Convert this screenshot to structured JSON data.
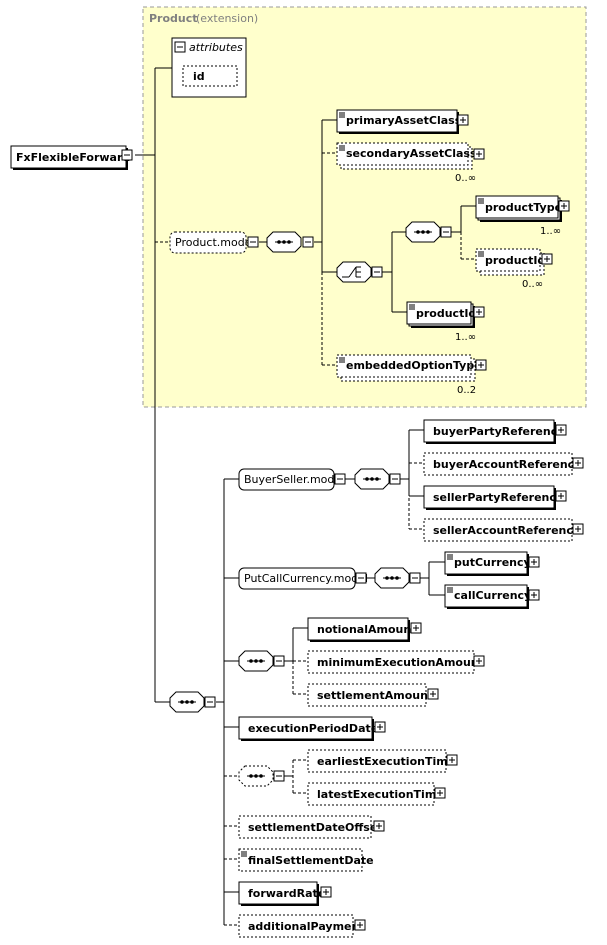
{
  "group": {
    "name": "Product",
    "suffix": "(extension)"
  },
  "attributes": {
    "header": "attributes",
    "items": [
      "id"
    ]
  },
  "root": "FxFlexibleForward",
  "product_model": "Product.model",
  "product_elements": {
    "primaryAssetClass": "primaryAssetClass",
    "secondaryAssetClass": "secondaryAssetClass",
    "secondaryAssetClass_card": "0..∞",
    "productType": "productType",
    "productType_card": "1..∞",
    "productId_opt": "productId",
    "productId_opt_card": "0..∞",
    "productId": "productId",
    "productId_card": "1..∞",
    "embeddedOptionType": "embeddedOptionType",
    "embeddedOptionType_card": "0..2"
  },
  "buyer_seller_model": "BuyerSeller.model",
  "buyer_seller": {
    "buyerPartyReference": "buyerPartyReference",
    "buyerAccountReference": "buyerAccountReference",
    "sellerPartyReference": "sellerPartyReference",
    "sellerAccountReference": "sellerAccountReference"
  },
  "put_call_model": "PutCallCurrency.model",
  "put_call": {
    "putCurrency": "putCurrency",
    "callCurrency": "callCurrency"
  },
  "amounts": {
    "notionalAmount": "notionalAmount",
    "minimumExecutionAmount": "minimumExecutionAmount",
    "settlementAmount": "settlementAmount"
  },
  "executionPeriodDates": "executionPeriodDates",
  "times": {
    "earliestExecutionTime": "earliestExecutionTime",
    "latestExecutionTime": "latestExecutionTime"
  },
  "tail": {
    "settlementDateOffset": "settlementDateOffset",
    "finalSettlementDate": "finalSettlementDate",
    "forwardRate": "forwardRate",
    "additionalPayment": "additionalPayment"
  }
}
